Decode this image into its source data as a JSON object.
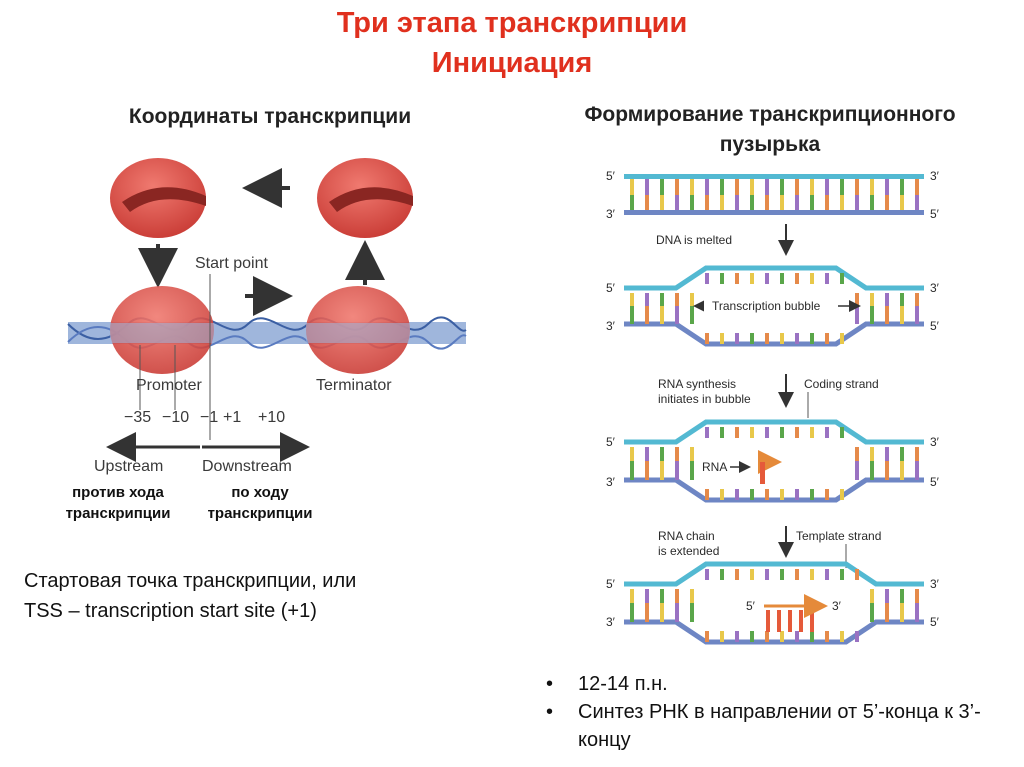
{
  "title": {
    "line1": "Три этапа транскрипции",
    "line2": "Инициация"
  },
  "left": {
    "heading": "Координаты транскрипции",
    "start_point": "Start point",
    "promoter": "Promoter",
    "terminator": "Terminator",
    "pos_m35": "−35",
    "pos_m10": "−10",
    "pos_m1": "−1",
    "pos_p1": "+1",
    "pos_p10": "+10",
    "upstream": "Upstream",
    "downstream": "Downstream",
    "upstream_ru_1": "против хода",
    "upstream_ru_2": "транскрипции",
    "downstream_ru_1": "по ходу",
    "downstream_ru_2": "транскрипции",
    "tss_line1": "Стартовая точка транскрипции, или",
    "tss_line2": "TSS – transcription start site (+1)"
  },
  "right": {
    "heading_1": "Формирование транскрипционного",
    "heading_2": "пузырька",
    "p5": "5′",
    "p3": "3′",
    "dna_melted": "DNA is melted",
    "bubble": "Transcription bubble",
    "rna_synthesis_1": "RNA synthesis",
    "rna_synthesis_2": "initiates in bubble",
    "coding_strand": "Coding strand",
    "rna": "RNA",
    "rna_chain_1": "RNA chain",
    "rna_chain_2": "is extended",
    "template_strand": "Template strand",
    "bullets": [
      "12-14 п.н.",
      "Синтез РНК в направлении от 5’-конца к 3’-концу"
    ]
  },
  "colors": {
    "title_red": "#e0301e",
    "polymerase_red": "#d9463f",
    "strand_cyan": "#53b9d2",
    "strand_blue": "#6e86c4",
    "base_yellow": "#e8c84a",
    "base_orange": "#e58a4a",
    "base_purple": "#9a72c2",
    "base_green": "#5aa64a",
    "rna_red": "#e55a3a"
  }
}
